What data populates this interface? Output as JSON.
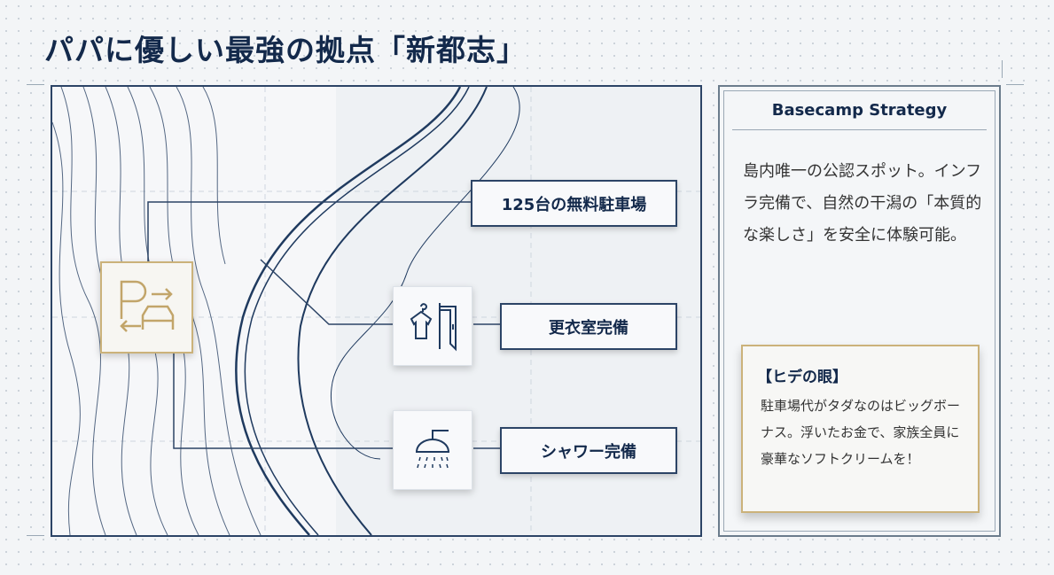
{
  "title": "パパに優しい最強の拠点「新都志」",
  "features": [
    {
      "label": "125台の無料駐車場",
      "icon": "parking-icon"
    },
    {
      "label": "更衣室完備",
      "icon": "changing-room-icon"
    },
    {
      "label": "シャワー完備",
      "icon": "shower-icon"
    }
  ],
  "panel": {
    "title": "Basecamp Strategy",
    "body": "島内唯一の公認スポット。インフラ完備で、自然の干潟の「本質的な楽しさ」を安全に体験可能。",
    "callout": {
      "title": "【ヒデの眼】",
      "body": "駐車場代がタダなのはビッグボーナス。浮いたお金で、家族全員に豪華なソフトクリームを！"
    }
  },
  "colors": {
    "navy": "#13294b",
    "gold": "#cbb27a"
  }
}
